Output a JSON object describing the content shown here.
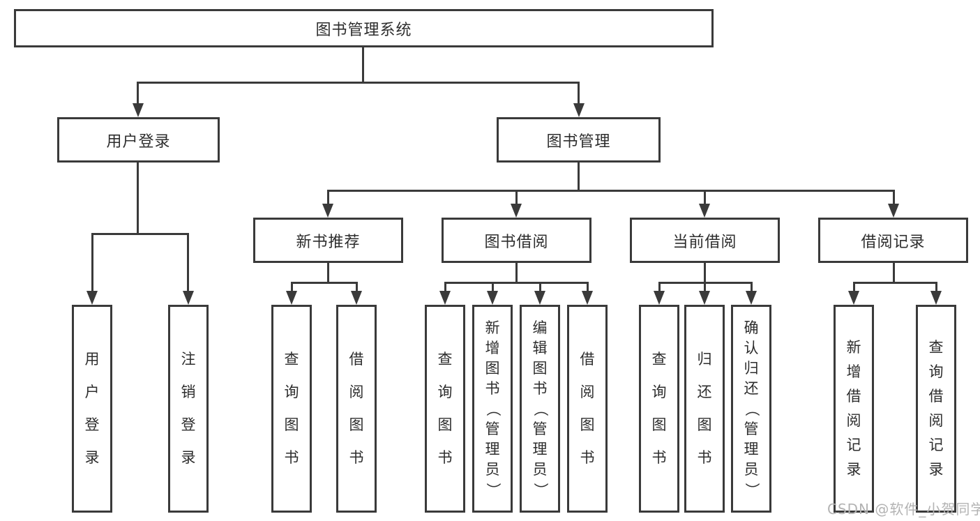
{
  "tree": {
    "label": "图书管理系统",
    "children": [
      {
        "label": "用户登录",
        "children": [
          {
            "label": "用户登录"
          },
          {
            "label": "注销登录"
          }
        ]
      },
      {
        "label": "图书管理",
        "children": [
          {
            "label": "新书推荐",
            "children": [
              {
                "label": "查询图书"
              },
              {
                "label": "借阅图书"
              }
            ]
          },
          {
            "label": "图书借阅",
            "children": [
              {
                "label": "查询图书"
              },
              {
                "label": "新增图书（管理员）"
              },
              {
                "label": "编辑图书（管理员）"
              },
              {
                "label": "借阅图书"
              }
            ]
          },
          {
            "label": "当前借阅",
            "children": [
              {
                "label": "查询图书"
              },
              {
                "label": "归还图书"
              },
              {
                "label": "确认归还（管理员）"
              }
            ]
          },
          {
            "label": "借阅记录",
            "children": [
              {
                "label": "新增借阅记录"
              },
              {
                "label": "查询借阅记录"
              }
            ]
          }
        ]
      }
    ]
  },
  "watermark": {
    "text": "CSDN @软件_小贺同学"
  },
  "colors": {
    "line": "#3a3a3a",
    "text": "#2d2d2d",
    "background": "#ffffff",
    "watermark": "#b3b3b3"
  }
}
